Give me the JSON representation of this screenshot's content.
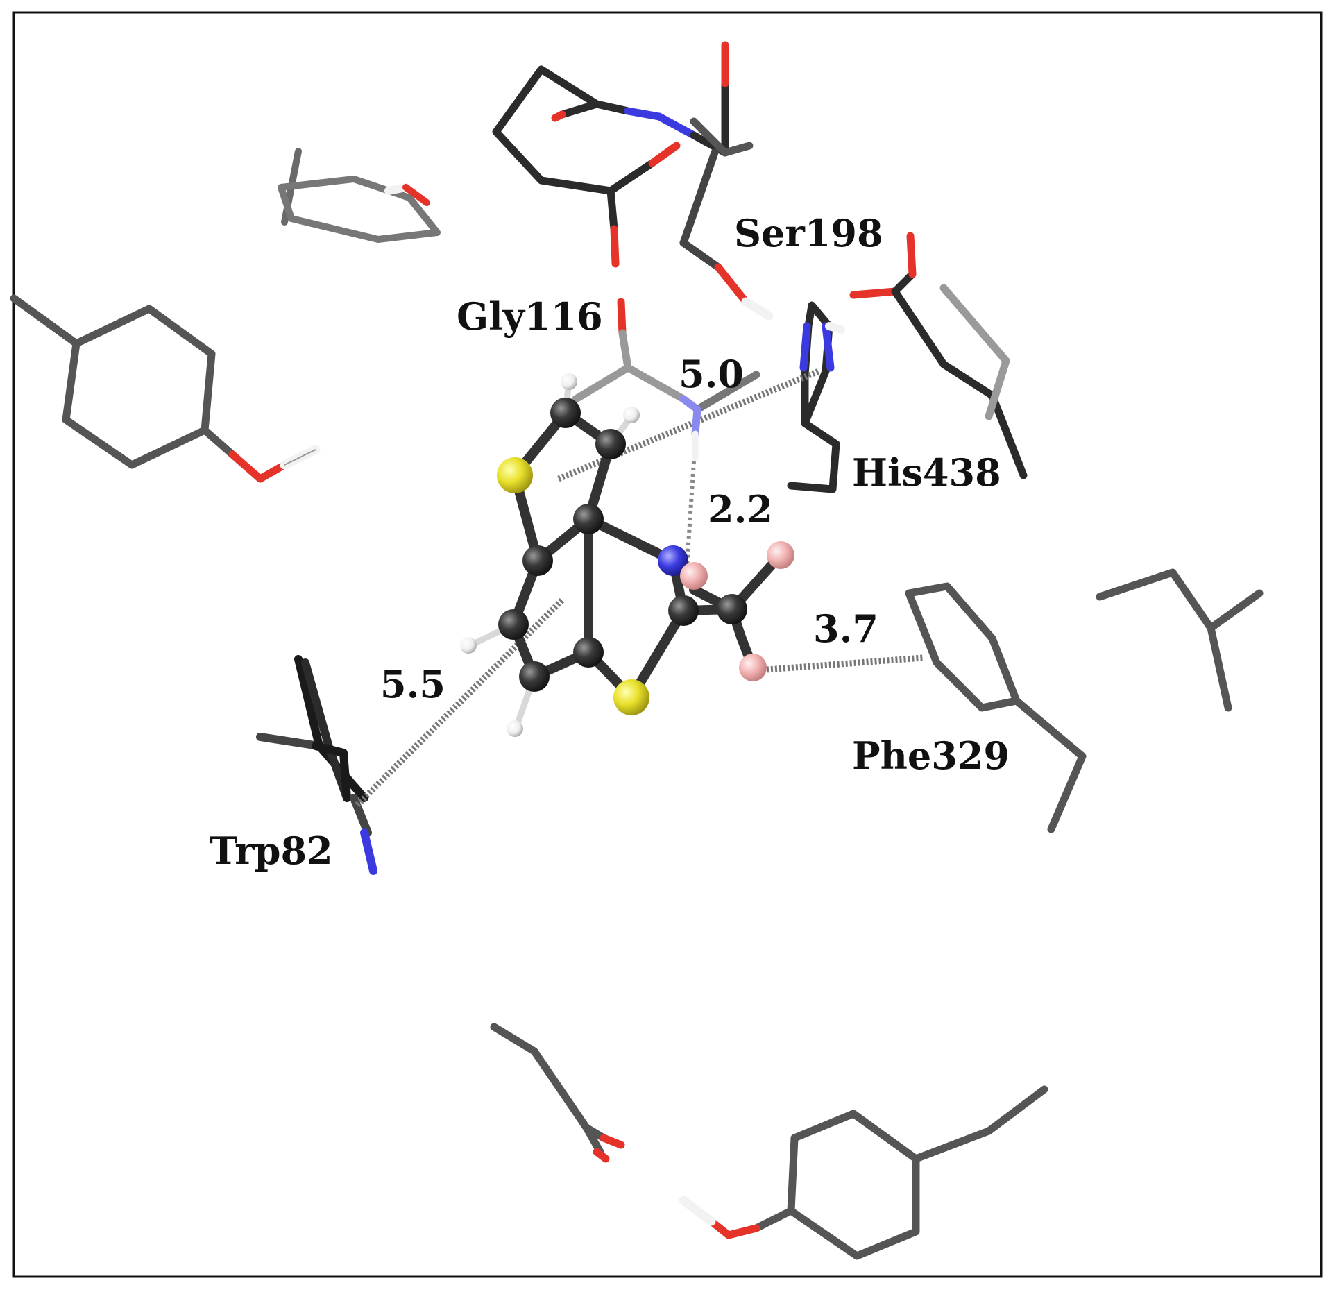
{
  "figure": {
    "residue_labels": {
      "ser198": "Ser198",
      "gly116": "Gly116",
      "his438": "His438",
      "phe329": "Phe329",
      "trp82": "Trp82"
    },
    "distance_labels": {
      "d_his438": "5.0",
      "d_gly116": "2.2",
      "d_phe329": "3.7",
      "d_trp82": "5.5"
    },
    "colors": {
      "carbon_dark": "#2b2b2b",
      "carbon_mid": "#555555",
      "carbon_light": "#8a8a8a",
      "oxygen": "#e5332a",
      "nitrogen": "#3a3ae0",
      "hydrogen": "#f2f2f2",
      "sulfur": "#e8e02a",
      "fluorine": "#f2b3b3",
      "interaction": "#777777"
    }
  }
}
